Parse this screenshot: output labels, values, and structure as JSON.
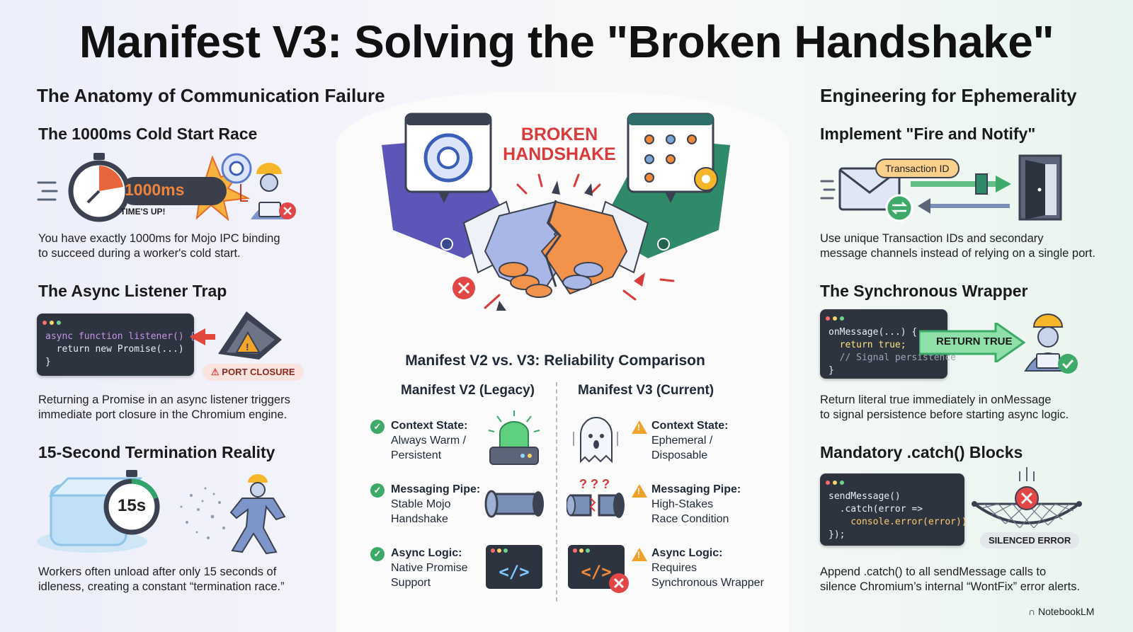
{
  "title": "Manifest V3: Solving the \"Broken Handshake\"",
  "left": {
    "heading": "The Anatomy of Communication Failure",
    "cold_start": {
      "title": "The 1000ms Cold Start Race",
      "timer_label": "1000ms",
      "times_up": "TIME'S UP!",
      "desc_1": "You have exactly 1000ms for Mojo IPC binding",
      "desc_2": "to succeed during a worker's cold start."
    },
    "async_trap": {
      "title": "The Async Listener Trap",
      "code_1": "async function listener() {",
      "code_2": "  return new Promise(...)",
      "code_3": "}",
      "badge": "PORT CLOSURE",
      "desc_1": "Returning a Promise in an async listener triggers",
      "desc_2": "immediate port closure in the Chromium engine."
    },
    "termination": {
      "title": "15-Second Termination Reality",
      "timer_label": "15s",
      "desc_1": "Workers often unload after only 15 seconds of",
      "desc_2": "idleness, creating a constant “termination race.”"
    }
  },
  "center": {
    "broken_1": "BROKEN",
    "broken_2": "HANDSHAKE",
    "comparison_title": "Manifest V2 vs. V3: Reliability Comparison",
    "v2_head": "Manifest V2 (Legacy)",
    "v3_head": "Manifest V3 (Current)",
    "v2": [
      {
        "label": "Context State:",
        "l1": "Always Warm /",
        "l2": "Persistent"
      },
      {
        "label": "Messaging Pipe:",
        "l1": "Stable Mojo",
        "l2": "Handshake"
      },
      {
        "label": "Async Logic:",
        "l1": "Native Promise",
        "l2": "Support"
      }
    ],
    "v3": [
      {
        "label": "Context State:",
        "l1": "Ephemeral /",
        "l2": "Disposable"
      },
      {
        "label": "Messaging Pipe:",
        "l1": "High-Stakes",
        "l2": "Race Condition"
      },
      {
        "label": "Async Logic:",
        "l1": "Requires",
        "l2": "Synchronous Wrapper"
      }
    ],
    "code_glyph": "</>"
  },
  "right": {
    "heading": "Engineering for Ephemerality",
    "fire_notify": {
      "title": "Implement \"Fire and Notify\"",
      "badge": "Transaction ID",
      "desc_1": "Use unique Transaction IDs and secondary",
      "desc_2": "message channels instead of relying on a single port."
    },
    "sync_wrapper": {
      "title": "The Synchronous Wrapper",
      "code_1": "onMessage(...) {",
      "code_2": "  return true;",
      "code_3": "  // Signal persistence",
      "code_4": "}",
      "arrow": "RETURN TRUE",
      "desc_1": "Return literal true immediately in onMessage",
      "desc_2": "to signal persistence before starting async logic."
    },
    "catch_blocks": {
      "title": "Mandatory .catch() Blocks",
      "code_1": "sendMessage()",
      "code_2": "  .catch(error =>",
      "code_3": "    console.error(error))",
      "code_4": "});",
      "badge": "SILENCED ERROR",
      "desc_1": "Append .catch() to all sendMessage calls to",
      "desc_2": "silence Chromium’s internal “WontFix” error alerts."
    }
  },
  "footer": {
    "brand": "NotebookLM"
  },
  "colors": {
    "purple": "#5b56b8",
    "green": "#2f8a6a",
    "orange": "#f08a3a",
    "red": "#d93a3a",
    "code_bg": "#2d3440"
  }
}
